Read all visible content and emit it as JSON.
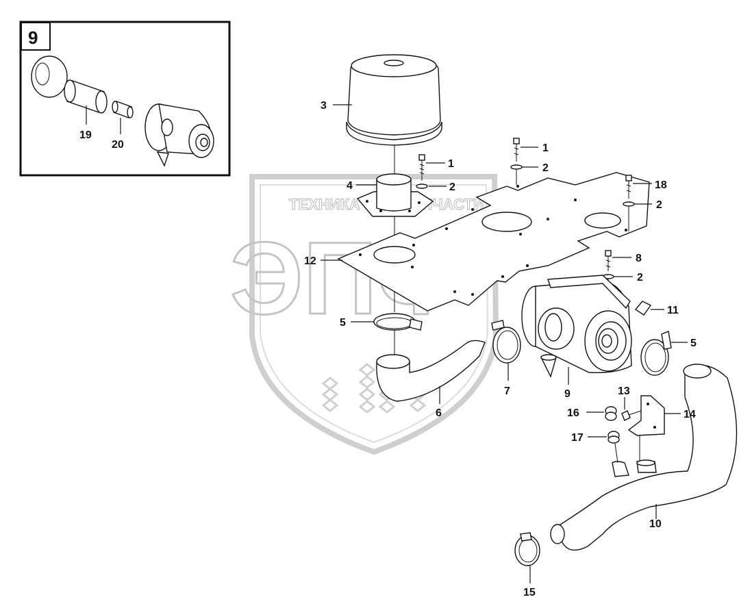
{
  "inset": {
    "label": "9"
  },
  "watermark": {
    "line1": "ТЕХНИКА",
    "line2": "ЗАПЧАСТИ",
    "big": "ЭПФ"
  },
  "callouts": {
    "c3": "3",
    "c1a": "1",
    "c1b": "1",
    "c2a": "2",
    "c2b": "2",
    "c2c": "2",
    "c2d": "2",
    "c4": "4",
    "c18": "18",
    "c12": "12",
    "c8": "8",
    "c11": "11",
    "c5a": "5",
    "c5b": "5",
    "c7": "7",
    "c9": "9",
    "c6": "6",
    "c13": "13",
    "c16": "16",
    "c14": "14",
    "c17": "17",
    "c10": "10",
    "c15": "15",
    "c19": "19",
    "c20": "20"
  }
}
